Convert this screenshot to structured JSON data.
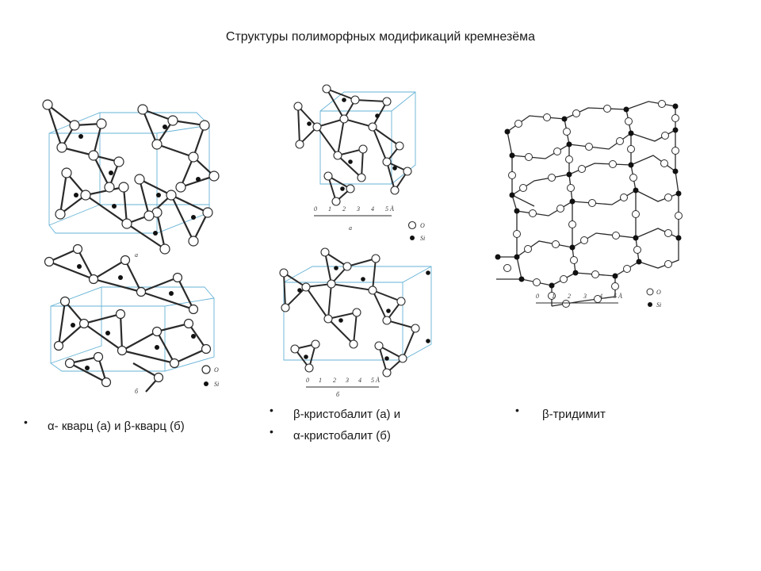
{
  "title": "Структуры полиморфных модификаций кремнезёма",
  "colors": {
    "frame": "#66b3d6",
    "bond": "#2a2a2a",
    "oxygen_fill": "#ffffff",
    "silicon_fill": "#111111"
  },
  "left": {
    "caption": "α- кварц (а) и β-кварц (б)",
    "label_a": "а",
    "label_b": "б",
    "legend_o": "O",
    "legend_si": "Si"
  },
  "middle": {
    "caption_1": "β-кристобалит (а) и",
    "caption_2": "α-кристобалит (б)",
    "label_a": "а",
    "label_b": "б",
    "legend_o": "O",
    "legend_si": "Si",
    "scale_ticks": [
      "0",
      "1",
      "2",
      "3",
      "4",
      "5 Å"
    ]
  },
  "right": {
    "caption": "β-тридимит",
    "legend_o": "O",
    "legend_si": "Si",
    "scale_ticks": [
      "0",
      "1",
      "2",
      "3",
      "4",
      "5 Å"
    ]
  }
}
